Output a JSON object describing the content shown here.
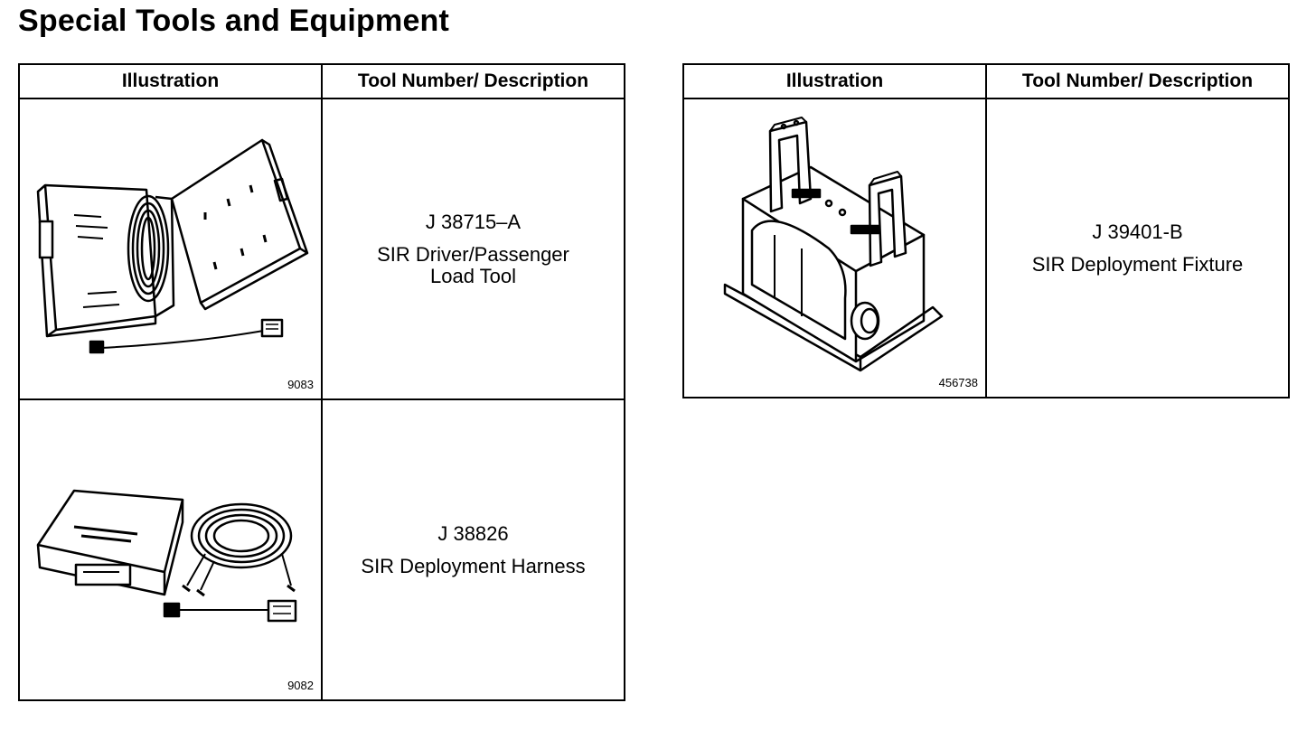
{
  "title": "Special Tools and Equipment",
  "tables": [
    {
      "headers": [
        "Illustration",
        "Tool Number/ Description"
      ],
      "rows": [
        {
          "figure_no": "9083",
          "tool_number": "J 38715–A",
          "description": "SIR Driver/Passenger\nLoad Tool",
          "icon": "load-tool-case-icon"
        },
        {
          "figure_no": "9082",
          "tool_number": "J 38826",
          "description": "SIR Deployment Harness",
          "icon": "deployment-harness-icon"
        }
      ]
    },
    {
      "headers": [
        "Illustration",
        "Tool Number/ Description"
      ],
      "rows": [
        {
          "figure_no": "456738",
          "tool_number": "J 39401-B",
          "description": "SIR Deployment Fixture",
          "icon": "deployment-fixture-icon"
        }
      ]
    }
  ]
}
